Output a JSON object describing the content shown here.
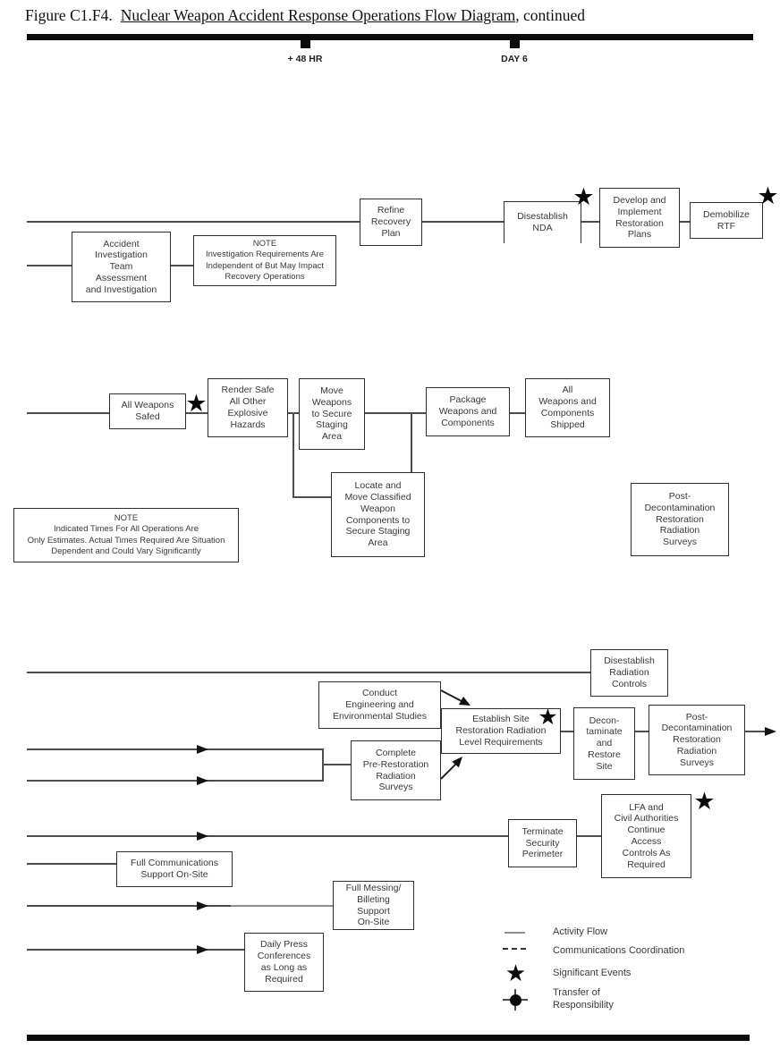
{
  "figure": {
    "prefix": "Figure C1.F4.",
    "title": "Nuclear Weapon Accident Response Operations Flow Diagram",
    "suffix": ", continued"
  },
  "timeline": {
    "tick1": "+ 48 HR",
    "tick2": "DAY 6"
  },
  "boxes": {
    "refine_recovery_plan": "Refine\nRecovery\nPlan",
    "disestablish_nda": "Disestablish\nNDA",
    "develop_restoration_plans": "Develop and\nImplement\nRestoration\nPlans",
    "demobilize_rtf": "Demobilize\nRTF",
    "accident_investigation": "Accident\nInvestigation\nTeam\nAssessment\nand Investigation",
    "note_investigation": "NOTE\nInvestigation Requirements Are\nIndependent of But May Impact\nRecovery Operations",
    "all_weapons_safed": "All Weapons\nSafed",
    "render_safe": "Render Safe\nAll Other\nExplosive\nHazards",
    "move_weapons": "Move\nWeapons\nto Secure\nStaging\nArea",
    "package_weapons": "Package\nWeapons and\nComponents",
    "weapons_shipped": "All\nWeapons and\nComponents\nShipped",
    "locate_classified": "Locate and\nMove Classified\nWeapon\nComponents to\nSecure Staging\nArea",
    "note_times": "NOTE\nIndicated Times For All Operations Are\nOnly Estimates. Actual Times Required Are Situation\nDependent and Could Vary Significantly",
    "post_decon_surveys_upper": "Post-\nDecontamination\nRestoration\nRadiation\nSurveys",
    "disestablish_radiation_controls": "Disestablish\nRadiation\nControls",
    "conduct_studies": "Conduct\nEngineering and\nEnvironmental Studies",
    "complete_pre_restoration": "Complete\nPre-Restoration\nRadiation\nSurveys",
    "establish_site_requirements": "Establish Site\nRestoration Radiation\nLevel Requirements",
    "decontaminate_restore": "Decon-\ntaminate\nand\nRestore\nSite",
    "post_decon_surveys_lower": "Post-\nDecontamination\nRestoration\nRadiation\nSurveys",
    "terminate_security": "Terminate\nSecurity\nPerimeter",
    "lfa_civil_authorities": "LFA and\nCivil Authorities\nContinue\nAccess\nControls As\nRequired",
    "full_communications": "Full Communications\nSupport On-Site",
    "full_messing": "Full Messing/\nBilleting\nSupport\nOn-Site",
    "daily_press": "Daily Press\nConferences\nas Long as\nRequired"
  },
  "symbols": {
    "significant_event_star": "★"
  },
  "legend": {
    "activity_flow": "Activity Flow",
    "communications_coordination": "Communications Coordination",
    "significant_events": "Significant Events",
    "transfer_of_responsibility": "Transfer of\nResponsibility"
  },
  "colors": {
    "ink": "#0b0b0b",
    "line": "#4d4d4d",
    "gray_line": "#8f8f8f"
  }
}
